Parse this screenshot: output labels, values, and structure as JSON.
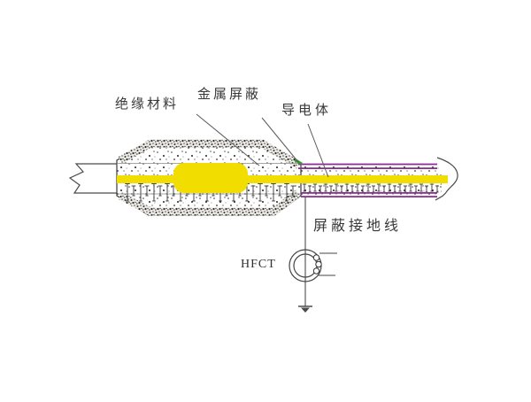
{
  "diagram": {
    "labels": {
      "insulation": "绝缘材料",
      "metal_shield": "金属屏蔽",
      "conductor": "导电体",
      "shield_ground_wire": "屏蔽接地线",
      "hfct": "HFCT"
    },
    "colors": {
      "conductor_yellow": "#F2DD00",
      "shield_purple": "#8B3192",
      "mark_green": "#2E9B2E",
      "line_gray": "#4A4A4A",
      "text": "#383838"
    }
  }
}
